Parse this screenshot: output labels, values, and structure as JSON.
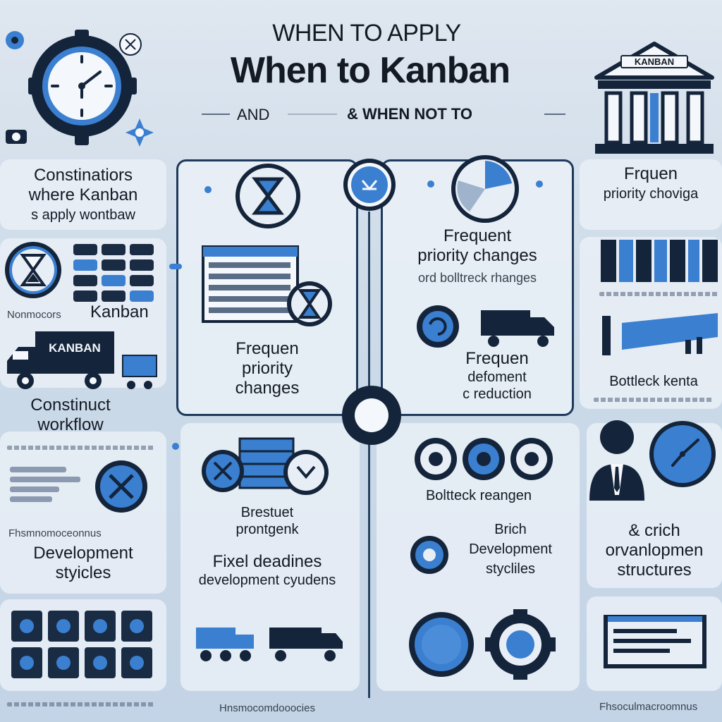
{
  "header": {
    "line1": "WHEN TO APPLY",
    "line2": "When to Kanban",
    "line3_left": "AND",
    "line3_right": "& WHEN NOT TO",
    "bank_label": "KANBAN"
  },
  "left_column": {
    "heading": [
      "Constinatiors",
      "where Kanban",
      "s apply wontbaw"
    ],
    "caption_kanban_prefix": "Nonmocors",
    "caption_kanban": "Kanban",
    "truck_label": "KANBAN",
    "workflow_title": [
      "Constinuct",
      "workflow"
    ],
    "dev_styles_title": [
      "Development",
      "styicles"
    ],
    "dev_styles_prefix": "Fhsmnomoceonnus"
  },
  "center_left": {
    "priority_title": [
      "Frequen",
      "priority",
      "changes"
    ],
    "bottom_title": [
      "Brestuet",
      "prontgenk"
    ],
    "deadlines_title": "Fixel deadines",
    "deadlines_sub": "development cyudens",
    "footer": "Hnsmocomdooocies"
  },
  "center_right": {
    "priority_title": [
      "Frequent",
      "priority changes"
    ],
    "priority_sub": "ord bolltreck rhanges",
    "dev_title": [
      "Frequen",
      "defoment"
    ],
    "dev_sub": "c reduction",
    "bottleneck_title": "Boltteck reangen",
    "rich_title": [
      "Brich",
      "Development",
      "stycliles"
    ]
  },
  "right_column": {
    "heading": [
      "Frquen",
      "priority choviga"
    ],
    "bottleneck": "Bottleck kenta",
    "rich_title": [
      "& crich",
      "orvanlopmen",
      "structures"
    ],
    "footer": "Fhsoculmacroomnus"
  },
  "colors": {
    "navy": "#1a2c44",
    "accent": "#3a7fd0",
    "panel": "#ecf1f7"
  }
}
